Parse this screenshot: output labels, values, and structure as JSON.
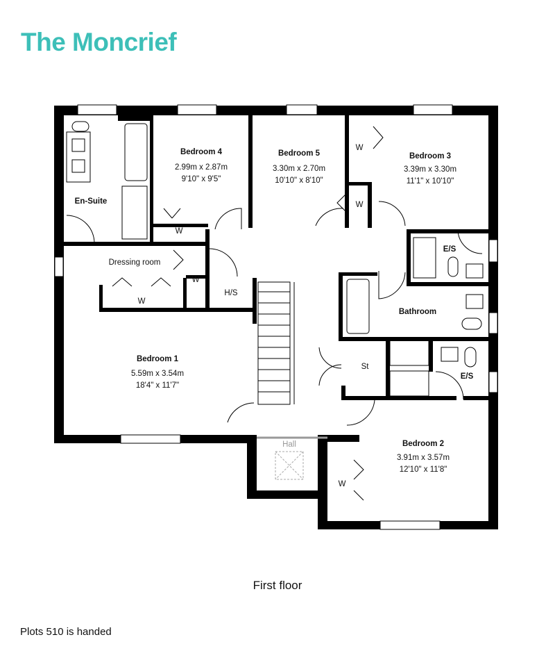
{
  "title": "The Moncrief",
  "floor_label": "First floor",
  "plot_note": "Plots 510 is handed",
  "brand_color": "#3dbfb8",
  "rooms": {
    "bedroom1": {
      "name": "Bedroom 1",
      "metric": "5.59m x 3.54m",
      "imperial": "18'4\" x 11'7\""
    },
    "bedroom2": {
      "name": "Bedroom 2",
      "metric": "3.91m x 3.57m",
      "imperial": "12'10\" x 11'8\""
    },
    "bedroom3": {
      "name": "Bedroom 3",
      "metric": "3.39m x 3.30m",
      "imperial": "11'1\" x 10'10\""
    },
    "bedroom4": {
      "name": "Bedroom 4",
      "metric": "2.99m x 2.87m",
      "imperial": "9'10\" x 9'5\""
    },
    "bedroom5": {
      "name": "Bedroom 5",
      "metric": "3.30m x 2.70m",
      "imperial": "10'10\" x 8'10\""
    },
    "en_suite": "En-Suite",
    "dressing_room": "Dressing room",
    "bathroom": "Bathroom",
    "es1": "E/S",
    "es2": "E/S",
    "hs": "H/S",
    "st": "St",
    "hall": "Hall",
    "wardrobe": "W"
  }
}
